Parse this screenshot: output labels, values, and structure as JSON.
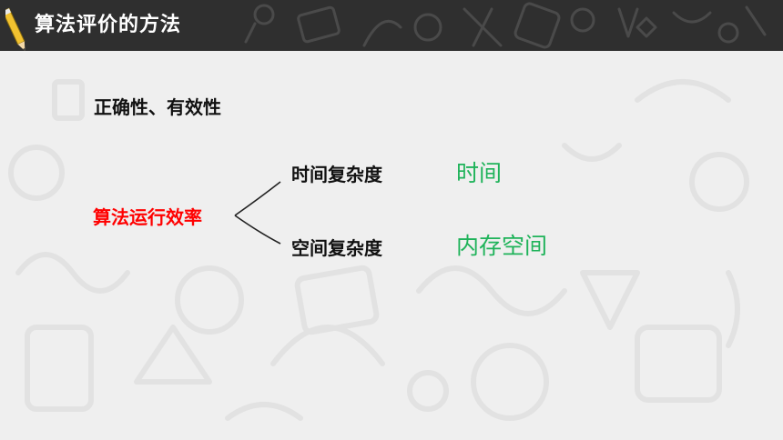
{
  "header": {
    "title": "算法评价的方法"
  },
  "content": {
    "criteria": "正确性、有效性",
    "efficiency": "算法运行效率",
    "time_complexity": "时间复杂度",
    "space_complexity": "空间复杂度",
    "time_resource": "时间",
    "space_resource": "内存空间"
  },
  "colors": {
    "header_bg": "#2f2f2f",
    "slide_bg": "#efefef",
    "accent_red": "#ff0000",
    "accent_green": "#1fb35a"
  },
  "icons": [
    "pencil-icon"
  ]
}
